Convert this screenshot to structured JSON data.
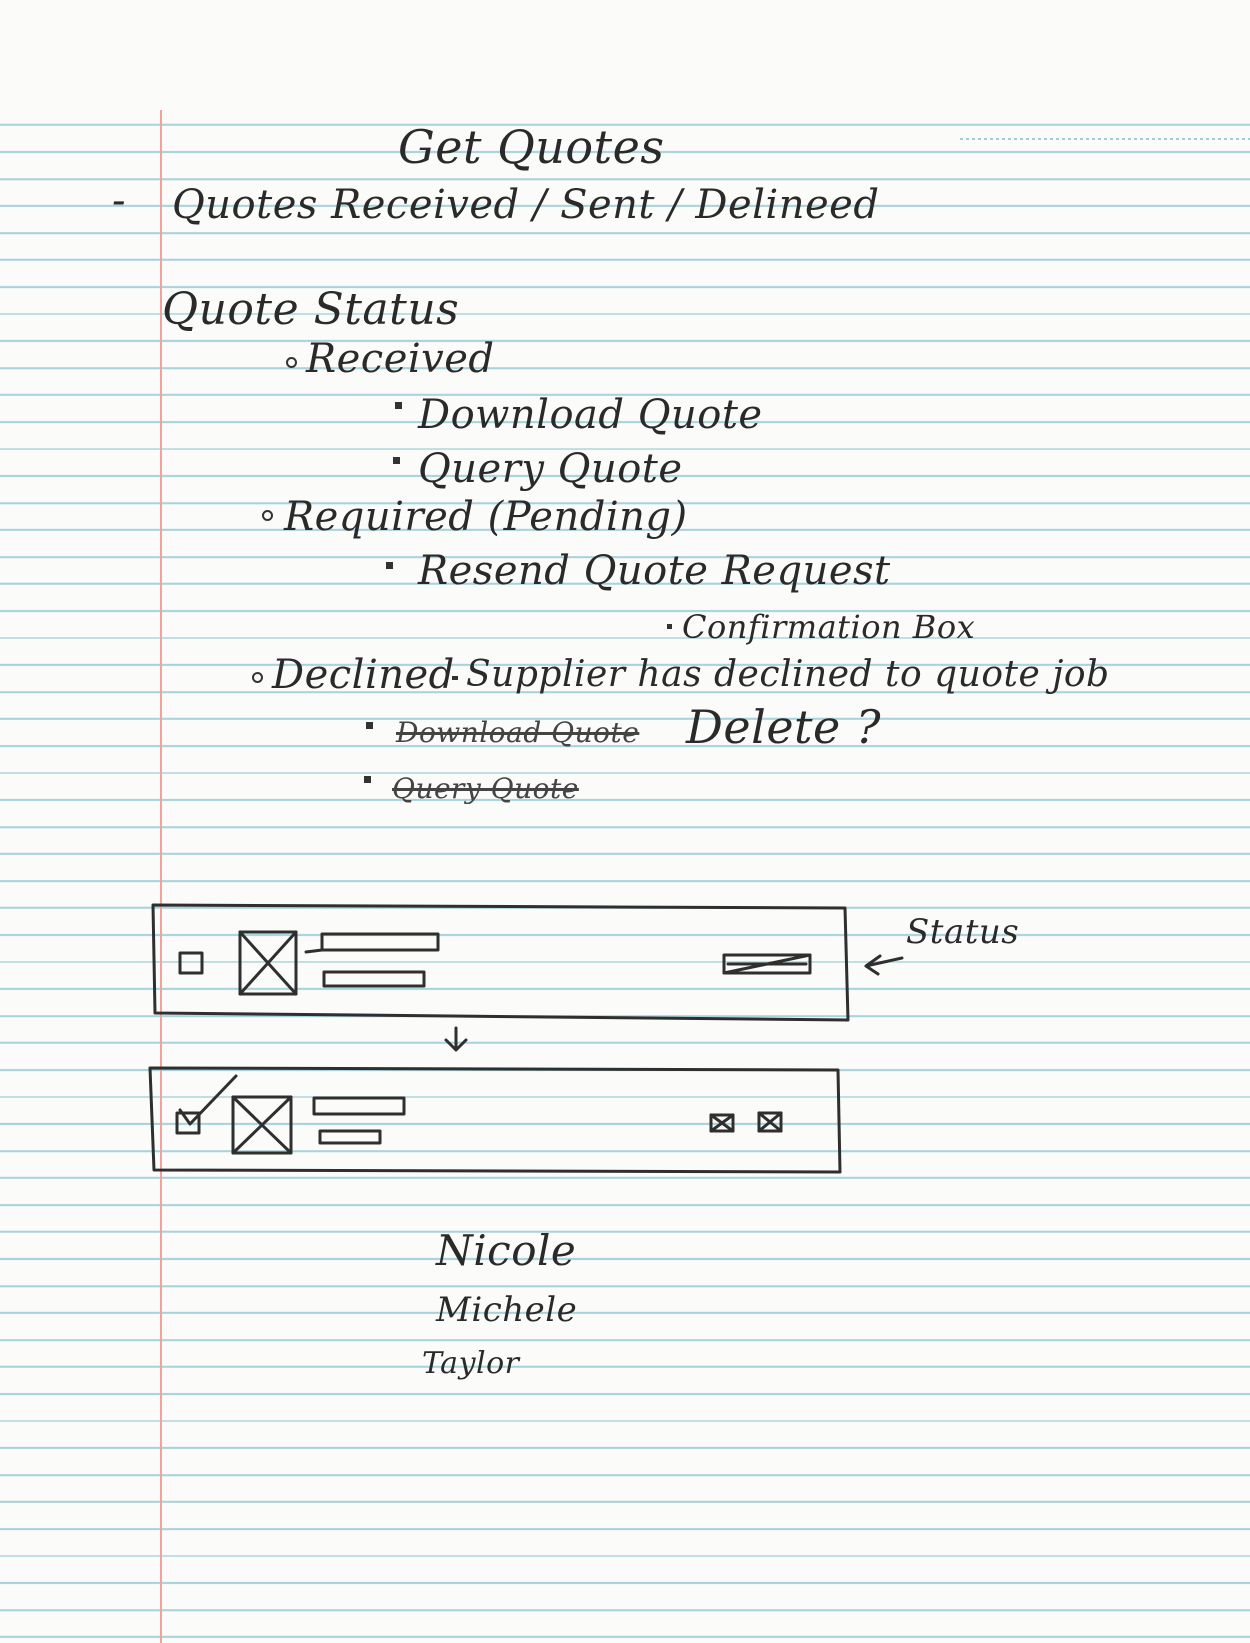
{
  "title": "Get Quotes",
  "intro_line": "Quotes Received / Sent / Delineed",
  "section": {
    "heading": "Quote Status",
    "received": {
      "label": "Received",
      "items": [
        "Download Quote",
        "Query Quote"
      ]
    },
    "required": {
      "label": "Required (Pending)",
      "action": "Resend Quote Request",
      "sub_action": "Confirmation Box"
    },
    "declined": {
      "label": "Declined",
      "note": "Supplier has declined to quote job",
      "struck_items": [
        "Download Quote",
        "Query Quote"
      ],
      "replacement": "Delete ?"
    }
  },
  "sketch": {
    "status_annotation": "Status"
  },
  "names": [
    "Nicole",
    "Michele",
    "Taylor"
  ]
}
